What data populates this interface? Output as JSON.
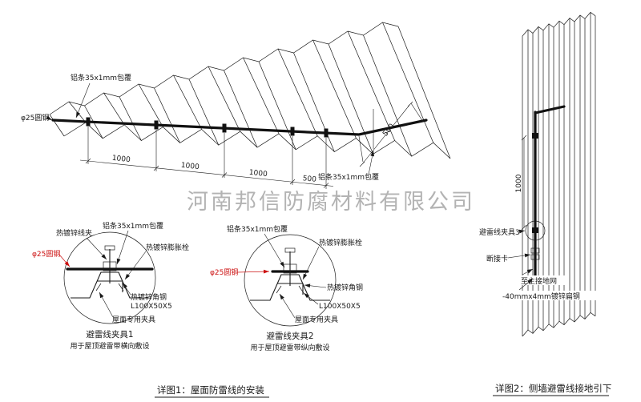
{
  "watermark": {
    "text": "河南邦信防腐材料有限公司"
  },
  "roof": {
    "label_al_strip_top": "铝条35x1mm包覆",
    "label_al_strip_right": "铝条35x1mm包覆",
    "label_round_steel": "φ25圆钢",
    "dims": [
      "1000",
      "1000",
      "1000",
      "500"
    ],
    "dim_depth": "500",
    "caption": "详图1：屋面防雷线的安装"
  },
  "detail1": {
    "label_wire_clip": "热镀锌线夹",
    "label_al_strip": "铝条35x1mm包覆",
    "label_expansion_bolt": "热镀锌膨胀栓",
    "label_round_steel": "φ25圆钢",
    "label_angle_steel": "热镀锌角钢",
    "label_angle_spec": "L100X50X5",
    "label_roof_clamp": "屋面专用夹具",
    "title": "避雷线夹具1",
    "subtitle": "用于屋顶避雷带横向敷设"
  },
  "detail2": {
    "label_al_strip": "铝条35x1mm包覆",
    "label_expansion_bolt": "热镀锌膨胀栓",
    "label_round_steel": "φ25圆钢",
    "label_angle_steel": "热镀锌角钢",
    "label_angle_spec": "L100X50X5",
    "label_roof_clamp": "屋面专用夹具",
    "title": "避雷线夹具2",
    "subtitle": "用于屋顶避雷带纵向敷设"
  },
  "wall": {
    "dim_spacing": "1000",
    "label_clamp3": "避雷线夹具3",
    "label_disconnect": "断接卡",
    "label_to_ground": "至主接地网",
    "label_flat_steel": "-40mmx4mm镀锌扁钢",
    "caption": "详图2：侧墙避雷线接地引下"
  },
  "colors": {
    "line": "#1a1a1a",
    "accent_red": "#cc1111",
    "watermark_gray": "#9a9a9a"
  }
}
